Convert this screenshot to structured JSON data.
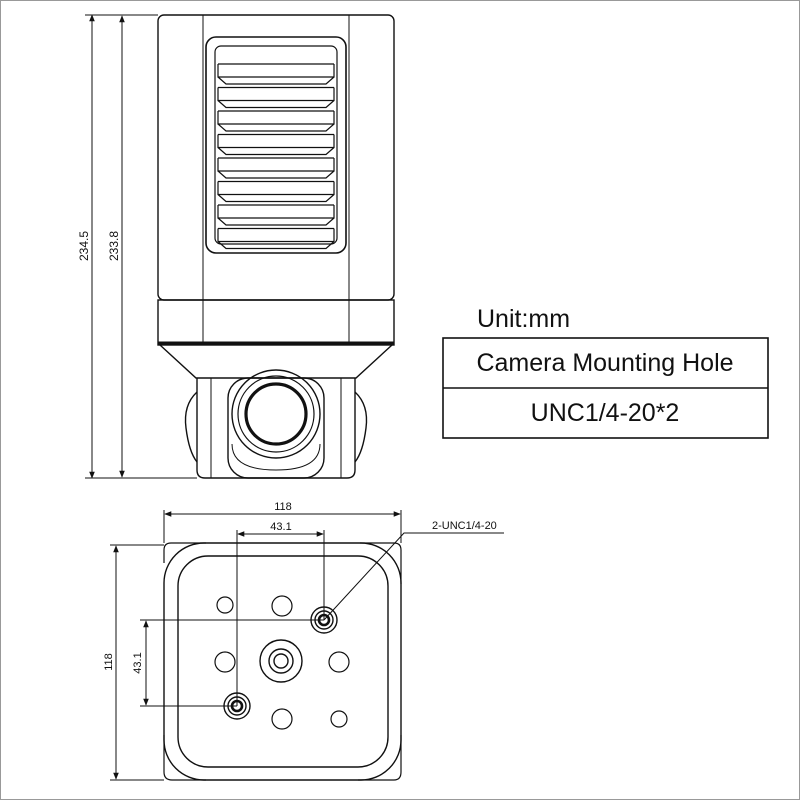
{
  "unit_label": "Unit:mm",
  "spec_table": {
    "header": "Camera Mounting Hole",
    "value": "UNC1/4-20*2"
  },
  "dimensions": {
    "overall_height": "234.5",
    "body_height": "233.8",
    "base_width": "118",
    "base_depth": "118",
    "hole_spacing_x": "43.1",
    "hole_spacing_y": "43.1",
    "hole_callout": "2-UNC1/4-20"
  }
}
